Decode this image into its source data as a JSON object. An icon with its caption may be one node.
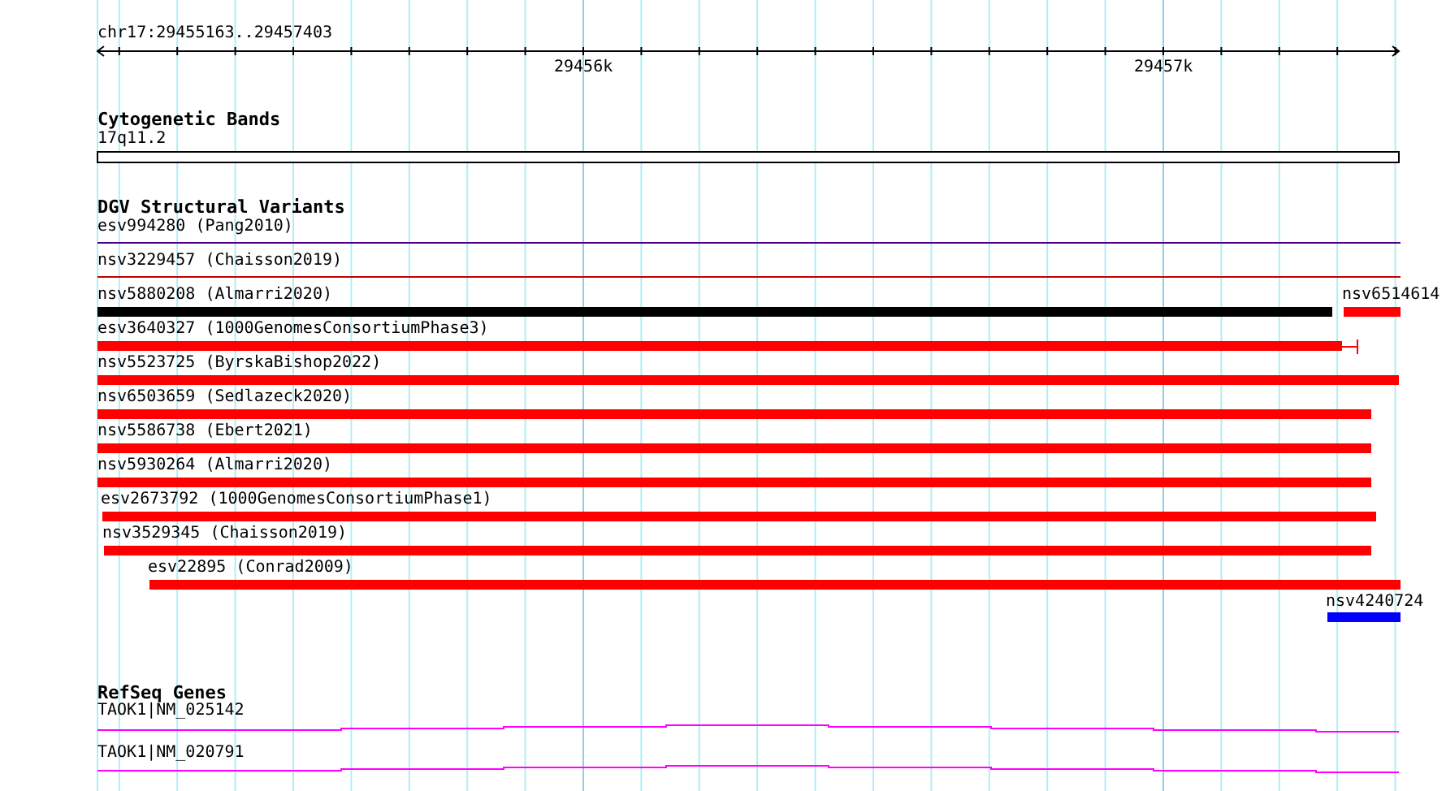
{
  "diagram": {
    "labels": [
      "chr17:29455163..29457403",
      "29456k",
      "29457k",
      "Cytogenetic Bands",
      "17q11.2",
      "DGV Structural Variants",
      "esv994280 (Pang2010)",
      "nsv3229457 (Chaisson2019)",
      "nsv5880208 (Almarri2020)",
      "nsv6514614",
      "esv3640327 (1000GenomesConsortiumPhase3)",
      "nsv5523725 (ByrskaBishop2022)",
      "nsv6503659 (Sedlazeck2020)",
      "nsv5586738 (Ebert2021)",
      "nsv5930264 (Almarri2020)",
      "esv2673792 (1000GenomesConsortiumPhase1)",
      "nsv3529345 (Chaisson2019)",
      "esv22895 (Conrad2009)",
      "nsv4240724",
      "RefSeq Genes",
      "TAOK1|NM_025142",
      "TAOK1|NM_020791"
    ]
  }
}
